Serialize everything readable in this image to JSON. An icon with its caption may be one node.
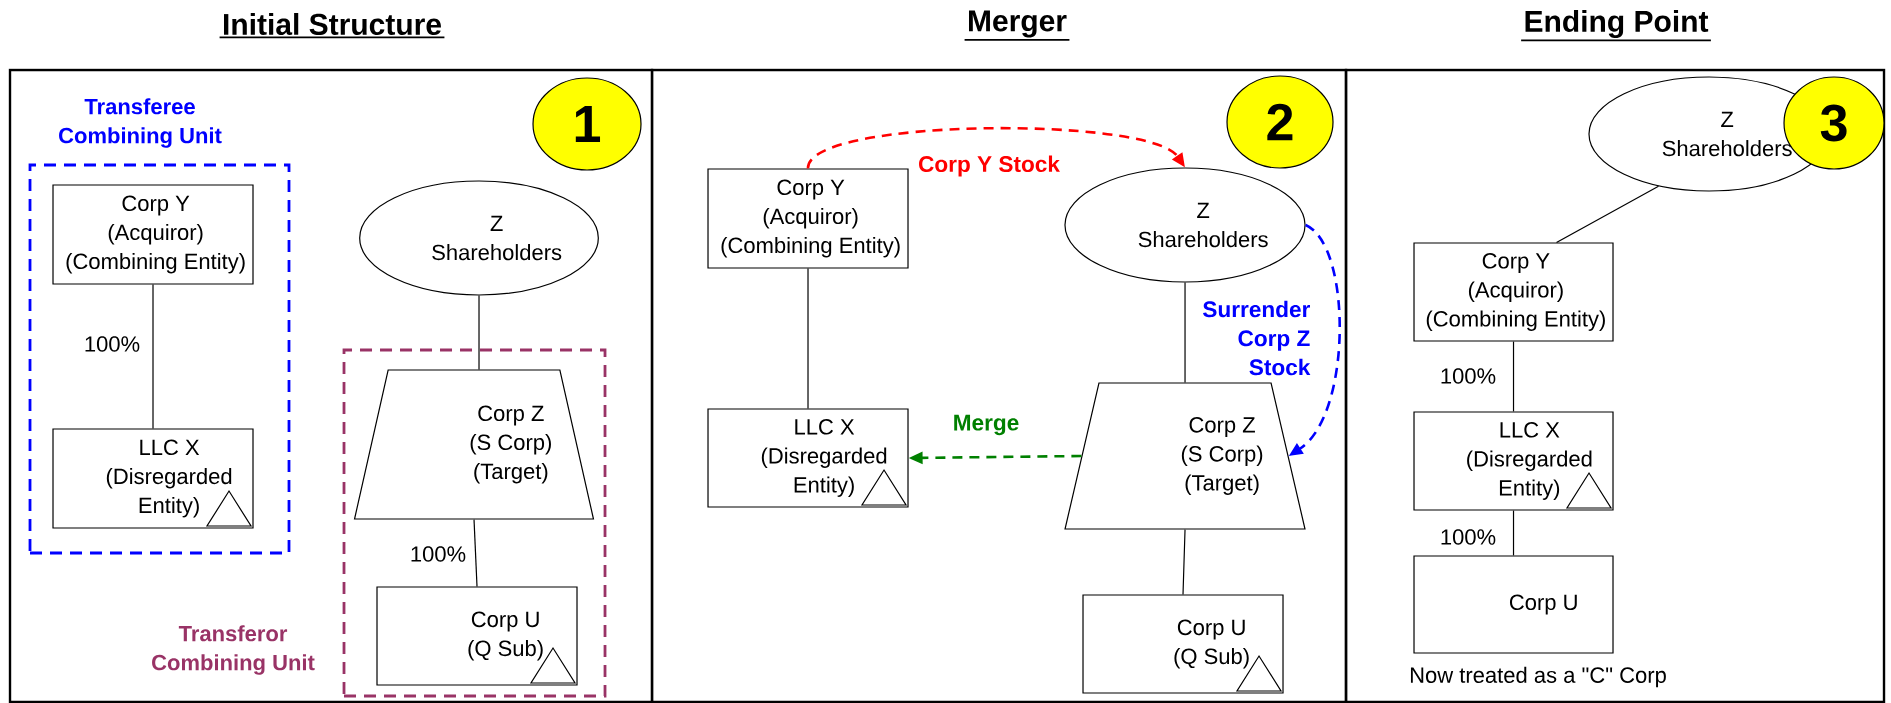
{
  "diagram": {
    "nodes": [
      {
        "text": [
          "Initial Structure"
        ]
      },
      {
        "text": [
          "1"
        ],
        "in": 0
      },
      {
        "text": [
          "Transferee Combining Unit"
        ],
        "in": 0
      },
      {
        "text": [
          "Corp Y (Acquiror) (Combining Entity)"
        ],
        "in": 2
      },
      {
        "text": [
          "Z Shareholders"
        ],
        "in": 0
      },
      {
        "text": [
          "LLC X (Disregarded Entity)"
        ],
        "in": 2
      },
      {
        "text": [
          "Transferor Combining Unit"
        ],
        "in": 0
      },
      {
        "text": [
          "Corp Z (S Corp) (Target)"
        ],
        "in": 6
      },
      {
        "text": [
          "Corp U (Q Sub)"
        ],
        "in": 6
      },
      {
        "text": [
          "Merger"
        ]
      },
      {
        "text": [
          "2"
        ],
        "in": 9
      },
      {
        "text": [
          "Corp Y (Acquiror) (Combining Entity)"
        ],
        "in": 9
      },
      {
        "text": [
          "Z Shareholders"
        ],
        "in": 9
      },
      {
        "text": [
          "LLC X (Disregarded Entity)"
        ],
        "in": 9
      },
      {
        "text": [
          "Corp Z (S Corp) (Target)"
        ],
        "in": 9
      },
      {
        "text": [
          "Corp U (Q Sub)"
        ],
        "in": 9
      },
      {
        "text": [
          "Ending Point"
        ]
      },
      {
        "text": [
          "Z Shareholders"
        ],
        "in": 16
      },
      {
        "text": [
          "3"
        ],
        "in": 16
      },
      {
        "text": [
          "Corp Y (Acquiror) (Combining Entity)"
        ],
        "in": 16
      },
      {
        "text": [
          "LLC X (Disregarded Entity)"
        ],
        "in": 16
      },
      {
        "text": [
          "Corp U"
        ],
        "in": 16,
        "beside": [
          "Now treated as a \"C\" Corp"
        ]
      }
    ],
    "edges": [
      {
        "from": 3,
        "to": 5,
        "arrow": "none",
        "label": "100%"
      },
      {
        "from": 4,
        "to": 7,
        "arrow": "none"
      },
      {
        "from": 7,
        "to": 8,
        "arrow": "none",
        "label": "100%"
      },
      {
        "from": 11,
        "to": 12,
        "arrow": "to",
        "label": "Corp Y Stock",
        "style": "dashed",
        "color": "#ff0000"
      },
      {
        "from": 12,
        "to": 14,
        "arrow": "to",
        "label": "Surrender Corp Z Stock",
        "style": "dashed",
        "color": "#0000ff"
      },
      {
        "from": 14,
        "to": 13,
        "arrow": "to",
        "label": "Merge",
        "style": "dashed",
        "color": "#008000"
      },
      {
        "from": 11,
        "to": 13,
        "arrow": "none"
      },
      {
        "from": 12,
        "to": 14,
        "arrow": "none"
      },
      {
        "from": 14,
        "to": 15,
        "arrow": "none"
      },
      {
        "from": 17,
        "to": 19,
        "arrow": "none"
      },
      {
        "from": 19,
        "to": 20,
        "arrow": "none",
        "label": "100%"
      },
      {
        "from": 20,
        "to": 21,
        "arrow": "none",
        "label": "100%"
      }
    ]
  }
}
